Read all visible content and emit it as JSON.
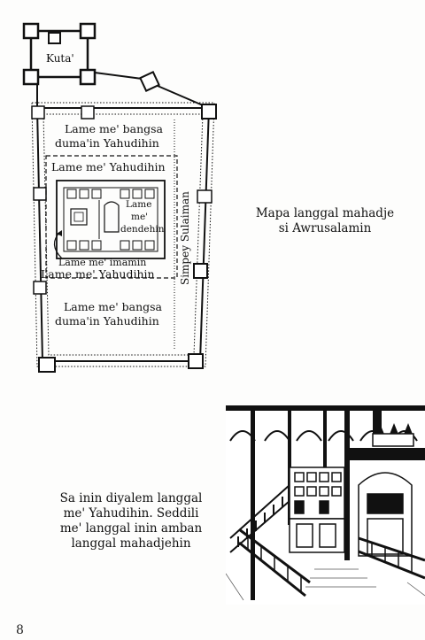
{
  "map": {
    "kuta": "Kuta'",
    "outer_court_top": [
      "Lame me' bangsa",
      "duma'in Yahudihin"
    ],
    "jewish_court_top": "Lame me' Yahudihin",
    "sanctuary": [
      "Lame",
      "me'",
      "dendehin"
    ],
    "priests_court": "Lame me' imamin",
    "jewish_court_bottom": "Lame me' Yahudihin",
    "outer_court_bottom": [
      "Lame me' bangsa",
      "duma'in Yahudihin"
    ],
    "portico": "Simpey Sulaiman"
  },
  "captions": {
    "map_caption": [
      "Mapa langgal mahadje",
      "si Awrusalamin"
    ],
    "synagogue_caption": [
      "Sa inin diyalem langgal",
      "me' Yahudihin. Seddili",
      "me' langgal inin amban",
      "langgal mahadjehin"
    ]
  },
  "page_number": "8"
}
